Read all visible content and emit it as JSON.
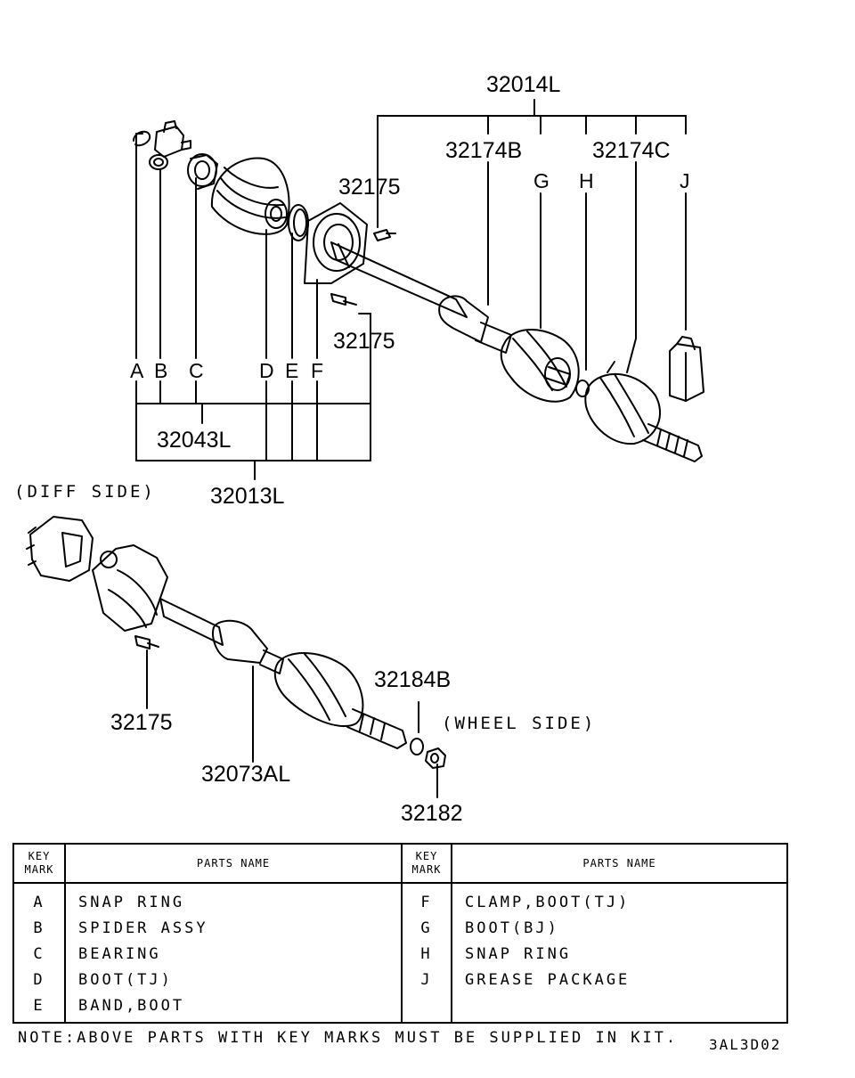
{
  "diagram": {
    "part_numbers": {
      "p32014L": "32014L",
      "p32174B": "32174B",
      "p32174C": "32174C",
      "p32175_top": "32175",
      "p32175_mid": "32175",
      "p32043L": "32043L",
      "p32013L": "32013L",
      "p32175_low": "32175",
      "p32073AL": "32073AL",
      "p32184B": "32184B",
      "p32182": "32182"
    },
    "letters": [
      "A",
      "B",
      "C",
      "D",
      "E",
      "F",
      "G",
      "H",
      "J"
    ],
    "diff_side": "(DIFF SIDE)",
    "wheel_side": "(WHEEL SIDE)"
  },
  "table": {
    "key_mark_header": [
      "KEY",
      "MARK"
    ],
    "parts_name_header": "PARTS NAME",
    "left_rows": [
      {
        "mark": "A",
        "name": "SNAP RING"
      },
      {
        "mark": "B",
        "name": "SPIDER ASSY"
      },
      {
        "mark": "C",
        "name": "BEARING"
      },
      {
        "mark": "D",
        "name": "BOOT(TJ)"
      },
      {
        "mark": "E",
        "name": "BAND,BOOT"
      }
    ],
    "right_rows": [
      {
        "mark": "F",
        "name": "CLAMP,BOOT(TJ)"
      },
      {
        "mark": "G",
        "name": "BOOT(BJ)"
      },
      {
        "mark": "H",
        "name": "SNAP RING"
      },
      {
        "mark": "J",
        "name": "GREASE PACKAGE"
      },
      {
        "mark": "",
        "name": ""
      }
    ]
  },
  "note": "NOTE:ABOVE PARTS WITH KEY MARKS MUST BE SUPPLIED IN KIT.",
  "drawing_code": "3AL3D02"
}
